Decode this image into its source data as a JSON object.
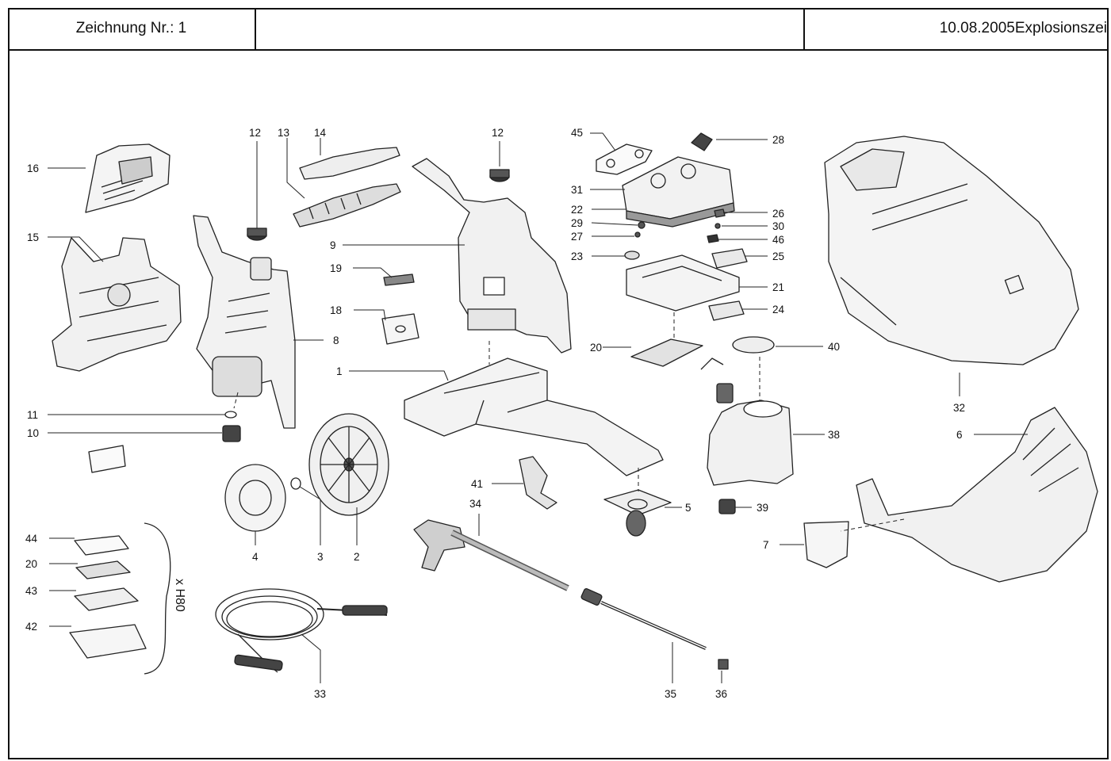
{
  "header": {
    "drawing_label": "Zeichnung Nr.: 1",
    "middle": "",
    "date_title": "10.08.2005Explosionszei"
  },
  "callouts": {
    "c1": "1",
    "c2": "2",
    "c3": "3",
    "c4": "4",
    "c5": "5",
    "c6": "6",
    "c7": "7",
    "c8": "8",
    "c9": "9",
    "c10": "10",
    "c11": "11",
    "c12a": "12",
    "c12b": "12",
    "c13": "13",
    "c14": "14",
    "c15": "15",
    "c16": "16",
    "c18": "18",
    "c19": "19",
    "c20a": "20",
    "c20b": "20",
    "c21": "21",
    "c22": "22",
    "c23": "23",
    "c24": "24",
    "c25": "25",
    "c26": "26",
    "c27": "27",
    "c28": "28",
    "c29": "29",
    "c30": "30",
    "c31": "31",
    "c32": "32",
    "c33": "33",
    "c34": "34",
    "c35": "35",
    "c36": "36",
    "c38": "38",
    "c39": "39",
    "c40": "40",
    "c41": "41",
    "c42": "42",
    "c43": "43",
    "c44": "44",
    "c45": "45",
    "c46": "46"
  },
  "kit_label": "x H80"
}
